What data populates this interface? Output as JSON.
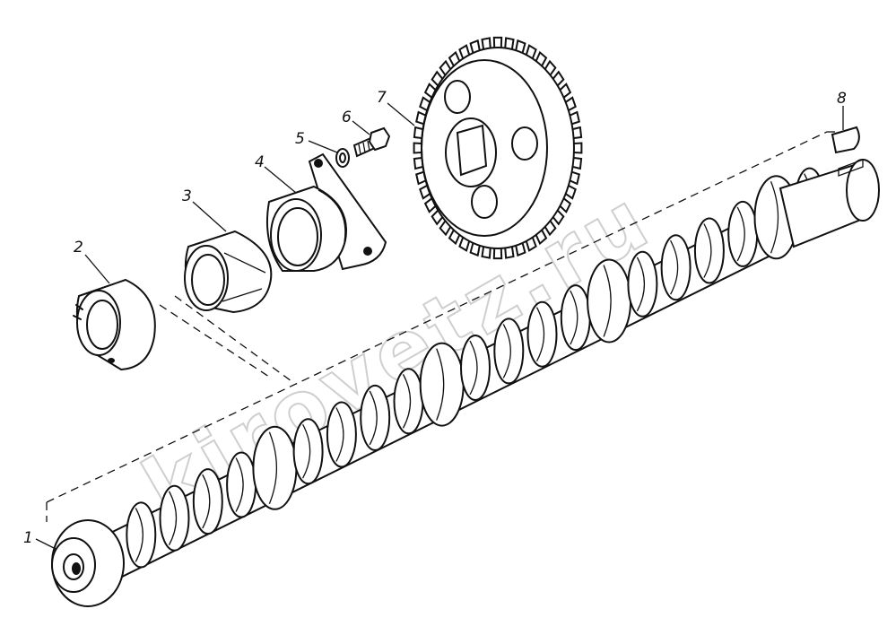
{
  "watermark": {
    "text": "kirovetz.ru"
  },
  "callouts": [
    {
      "id": "1",
      "label": "1"
    },
    {
      "id": "2",
      "label": "2"
    },
    {
      "id": "3",
      "label": "3"
    },
    {
      "id": "4",
      "label": "4"
    },
    {
      "id": "5",
      "label": "5"
    },
    {
      "id": "6",
      "label": "6"
    },
    {
      "id": "7",
      "label": "7"
    },
    {
      "id": "8",
      "label": "8"
    }
  ],
  "icons": {
    "camshaft": "camshaft-icon",
    "bushing": "bushing-icon",
    "sleeve": "sleeve-icon",
    "flange": "thrust-flange-icon",
    "washer": "lock-washer-icon",
    "bolt": "bolt-icon",
    "gear": "cam-gear-icon",
    "key": "woodruff-key-icon"
  },
  "colors": {
    "ink": "#111111",
    "paper": "#ffffff",
    "watermark": "#cfcfcf"
  }
}
